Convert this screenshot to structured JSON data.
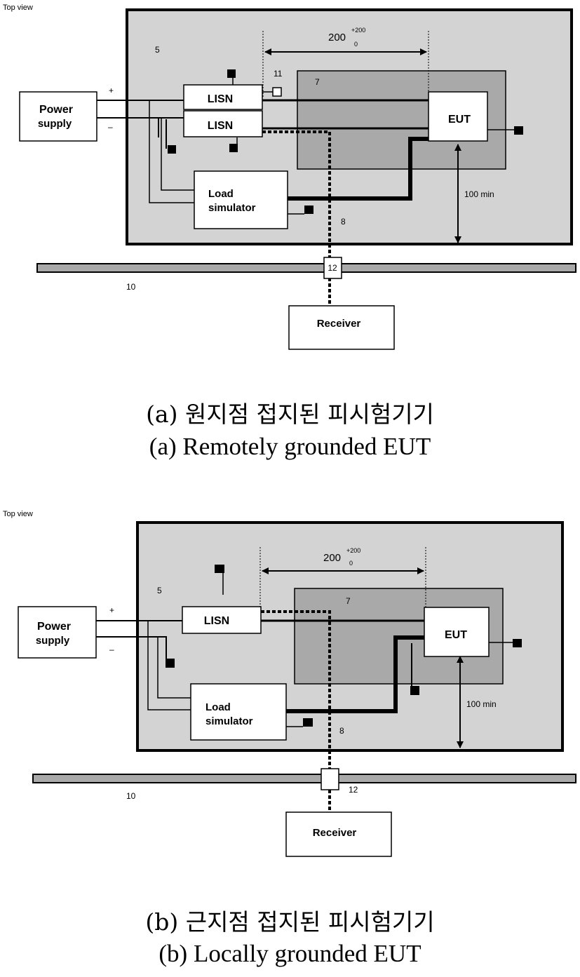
{
  "figure_a": {
    "top_view": "Top view",
    "power_supply": [
      "Power",
      "supply"
    ],
    "plus": "+",
    "minus": "–",
    "lisn_top": "LISN",
    "lisn_bottom": "LISN",
    "eut": "EUT",
    "load_simulator": [
      "Load",
      "simulator"
    ],
    "receiver": "Receiver",
    "dim_200": "200",
    "dim_sup": "+200",
    "dim_sub": "0",
    "dim_100": "100 min",
    "n5": "5",
    "n7": "7",
    "n8": "8",
    "n10": "10",
    "n11": "11",
    "n12": "12",
    "caption_ko": "(a) 원지점 접지된 피시험기기",
    "caption_en": "(a) Remotely grounded EUT"
  },
  "figure_b": {
    "top_view": "Top view",
    "power_supply": [
      "Power",
      "supply"
    ],
    "plus": "+",
    "minus": "–",
    "lisn": "LISN",
    "eut": "EUT",
    "load_simulator": [
      "Load",
      "simulator"
    ],
    "receiver": "Receiver",
    "dim_200": "200",
    "dim_sup": "+200",
    "dim_sub": "0",
    "dim_100": "100 min",
    "n5": "5",
    "n7": "7",
    "n8": "8",
    "n10": "10",
    "n12": "12",
    "caption_ko": "(b) 근지점 접지된 피시험기기",
    "caption_en": "(b) Locally grounded EUT"
  },
  "colors": {
    "ground_plane": "#d3d3d3",
    "insulating_support": "#a9a9a9",
    "line": "#000000",
    "box": "#ffffff"
  }
}
